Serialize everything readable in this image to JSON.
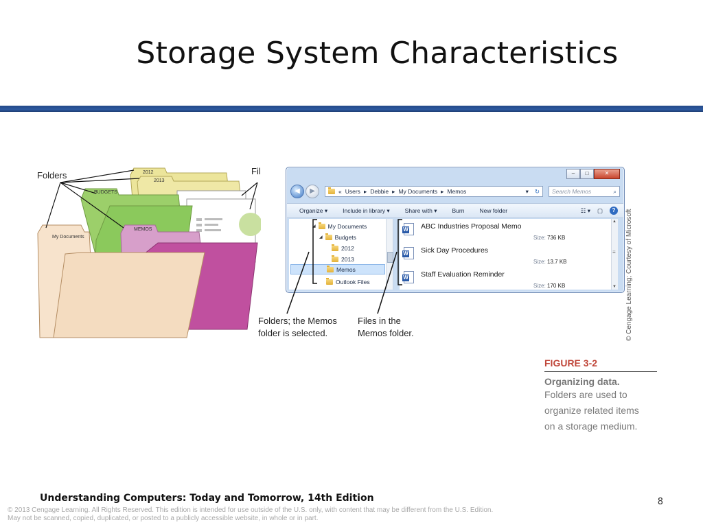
{
  "slide": {
    "title": "Storage System Characteristics",
    "page_number": "8",
    "footer_title": "Understanding Computers: Today and Tomorrow, 14th Edition",
    "copyright_line1": "© 2013 Cengage Learning. All Rights Reserved. This edition is intended for use outside of the U.S. only, with content that may be different from the U.S. Edition.",
    "copyright_line2": "May not be scanned, copied, duplicated, or posted to a publicly accessible website, in whole or in part."
  },
  "illustration": {
    "folders_label": "Folders",
    "files_label": "Files",
    "tabs": {
      "y2012": "2012",
      "y2013": "2013",
      "budgets": "BUDGETS",
      "memos": "MEMOS",
      "my_documents": "My Documents"
    }
  },
  "explorer": {
    "window_controls": {
      "minimize": "–",
      "maximize": "□",
      "close": "✕"
    },
    "breadcrumb": [
      "«",
      "Users",
      "Debbie",
      "My Documents",
      "Memos"
    ],
    "search_placeholder": "Search Memos",
    "toolbar": [
      "Organize",
      "Include in library",
      "Share with",
      "Burn",
      "New folder"
    ],
    "tree": {
      "my_documents": "My Documents",
      "budgets": "Budgets",
      "y2012": "2012",
      "y2013": "2013",
      "memos": "Memos",
      "outlook_files": "Outlook Files"
    },
    "size_label": "Size:",
    "files": [
      {
        "name": "ABC Industries Proposal Memo",
        "size": "736 KB"
      },
      {
        "name": "Sick Day Procedures",
        "size": "13.7 KB"
      },
      {
        "name": "Staff Evaluation Reminder",
        "size": "170 KB"
      }
    ]
  },
  "callouts": {
    "folders_line1": "Folders; the Memos",
    "folders_line2": "folder is selected.",
    "files_line1": "Files in the",
    "files_line2": "Memos folder."
  },
  "credit": "© Cengage Learning; Courtesy of Microsoft",
  "figure": {
    "number": "FIGURE 3-2",
    "subtitle": "Organizing data.",
    "description_lines": [
      "Folders are used to",
      "organize related items",
      "on a storage medium."
    ]
  },
  "colors": {
    "rule_blue": "#2d5aa0",
    "figure_red": "#c0473a",
    "folder_yellow": "#ece59b",
    "folder_green": "#9ccf6a",
    "folder_pink": "#d79fca",
    "folder_magenta": "#c0509f",
    "folder_beige": "#f7e3cc"
  }
}
